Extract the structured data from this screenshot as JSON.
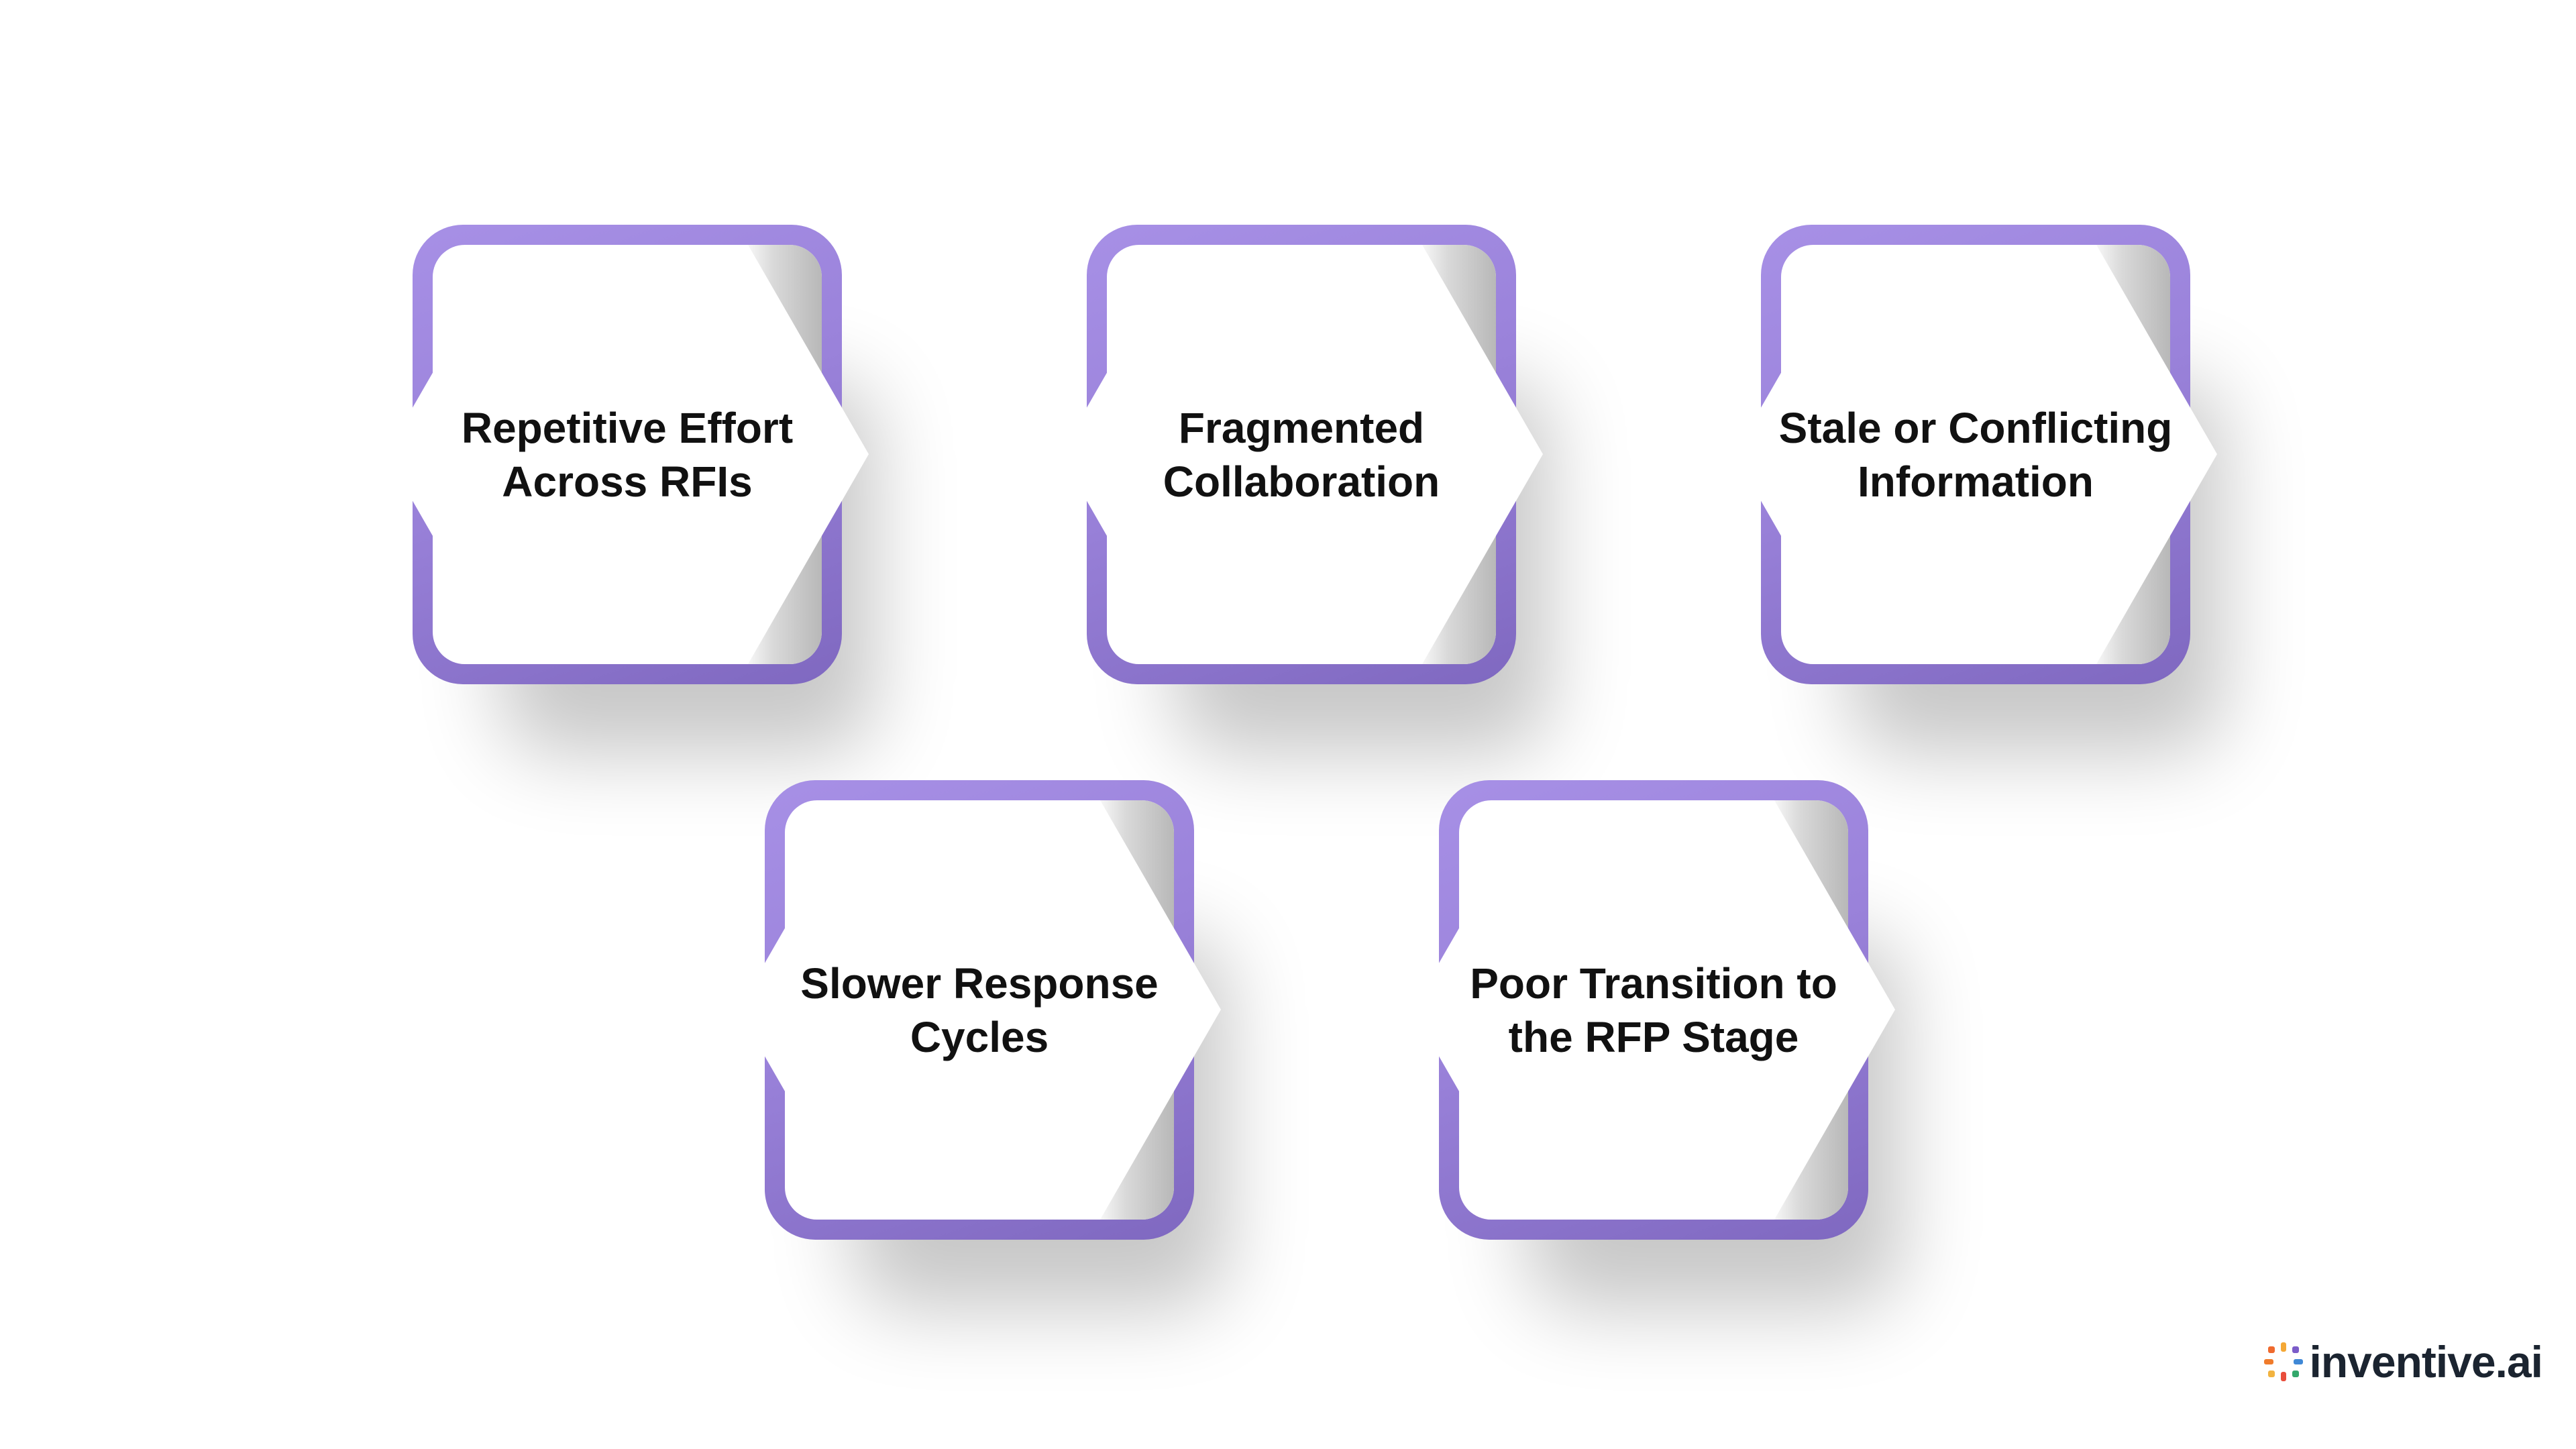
{
  "cards": [
    {
      "lines": [
        "Repetitive Effort",
        "Across RFIs"
      ]
    },
    {
      "lines": [
        "Fragmented",
        "Collaboration"
      ]
    },
    {
      "lines": [
        "Stale or Conflicting",
        "Information"
      ]
    },
    {
      "lines": [
        "Slower Response",
        "Cycles"
      ]
    },
    {
      "lines": [
        "Poor Transition to",
        "the RFP Stage"
      ]
    }
  ],
  "logo": {
    "text": "inventive.ai"
  },
  "colors": {
    "frame_light": "#a790e6",
    "frame_dark": "#7f68c0",
    "text": "#111111"
  }
}
